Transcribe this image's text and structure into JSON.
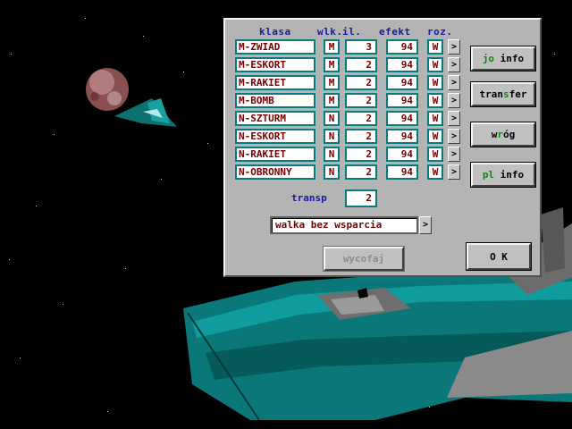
{
  "headers": {
    "klasa": "klasa",
    "wlk": "wlk.",
    "il": "il.",
    "efekt": "efekt",
    "roz": "roz."
  },
  "rows": [
    {
      "klasa": "M-ZWIAD",
      "wlk": "M",
      "il": "3",
      "efekt": "94",
      "roz": "W"
    },
    {
      "klasa": "M-ESKORT",
      "wlk": "M",
      "il": "2",
      "efekt": "94",
      "roz": "W"
    },
    {
      "klasa": "M-RAKIET",
      "wlk": "M",
      "il": "2",
      "efekt": "94",
      "roz": "W"
    },
    {
      "klasa": "M-BOMB",
      "wlk": "M",
      "il": "2",
      "efekt": "94",
      "roz": "W"
    },
    {
      "klasa": "N-SZTURM",
      "wlk": "N",
      "il": "2",
      "efekt": "94",
      "roz": "W"
    },
    {
      "klasa": "N-ESKORT",
      "wlk": "N",
      "il": "2",
      "efekt": "94",
      "roz": "W"
    },
    {
      "klasa": "N-RAKIET",
      "wlk": "N",
      "il": "2",
      "efekt": "94",
      "roz": "W"
    },
    {
      "klasa": "N-OBRONNY",
      "wlk": "N",
      "il": "2",
      "efekt": "94",
      "roz": "W"
    }
  ],
  "arrow_glyph": ">",
  "transp": {
    "label": "transp",
    "value": "2"
  },
  "mode": {
    "selected": "walka bez wsparcia",
    "arrow": ">"
  },
  "buttons": {
    "jo_info": {
      "hot": "jo",
      "rest": " info"
    },
    "transfer": {
      "pre": "tran",
      "hot": "s",
      "rest": "fer"
    },
    "wrog": {
      "pre": "w",
      "hot": "r",
      "rest": "óg"
    },
    "pl_info": {
      "hot": "pl",
      "rest": " info"
    },
    "wycofaj": "wycofaj",
    "ok": "O K"
  },
  "colors": {
    "panel": "#b4b4b4",
    "field_border": "#087c7c",
    "field_text": "#7a0000",
    "header_text": "#1a1aa0",
    "hotkey": "#0a8a0a",
    "ship_teal": "#0a7878"
  }
}
